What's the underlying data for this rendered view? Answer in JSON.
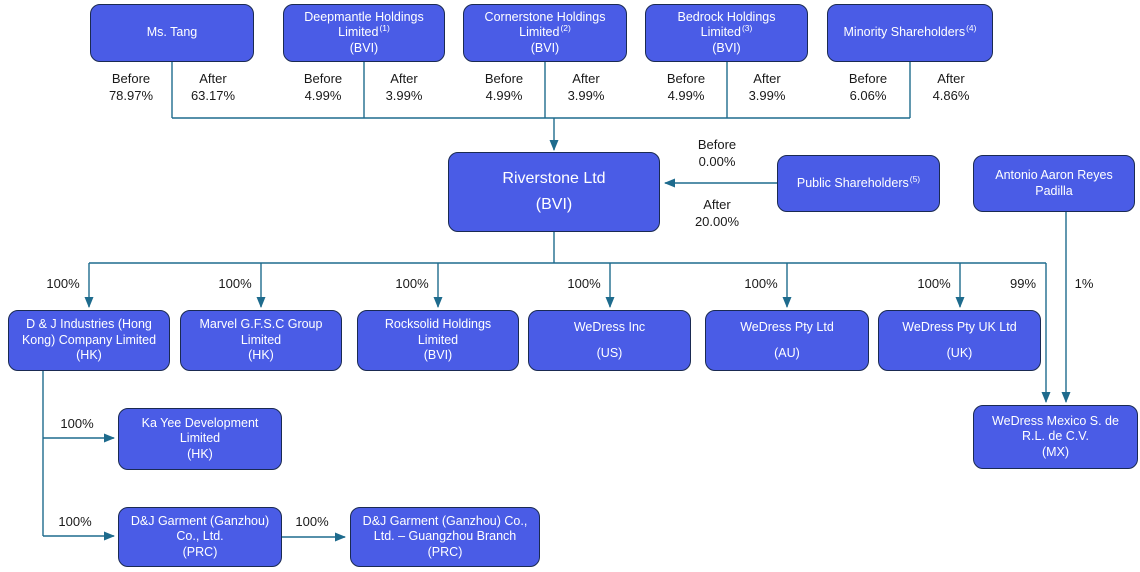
{
  "labels": {
    "before": "Before",
    "after": "After"
  },
  "colors": {
    "node_fill": "#4A5CE6",
    "node_border": "#1A2A52",
    "connector": "#1E6B8D",
    "node_text": "#FFFFFF",
    "label_text": "#1A1A1A"
  },
  "top_shareholders": [
    {
      "name": "Ms. Tang",
      "before": "78.97%",
      "after": "63.17%"
    },
    {
      "name": "Deepmantle Holdings Limited",
      "footnote": "(1)",
      "jurisdiction": "(BVI)",
      "before": "4.99%",
      "after": "3.99%"
    },
    {
      "name": "Cornerstone Holdings Limited",
      "footnote": "(2)",
      "jurisdiction": "(BVI)",
      "before": "4.99%",
      "after": "3.99%"
    },
    {
      "name": "Bedrock Holdings Limited",
      "footnote": "(3)",
      "jurisdiction": "(BVI)",
      "before": "4.99%",
      "after": "3.99%"
    },
    {
      "name": "Minority Shareholders",
      "footnote": "(4)",
      "before": "6.06%",
      "after": "4.86%"
    }
  ],
  "riverstone": {
    "name": "Riverstone Ltd",
    "jurisdiction": "(BVI)"
  },
  "public_shareholders": {
    "name": "Public Shareholders",
    "footnote": "(5)",
    "before": "0.00%",
    "after": "20.00%"
  },
  "antonio": {
    "name": "Antonio Aaron Reyes Padilla"
  },
  "subsidiaries": [
    {
      "name": "D & J Industries (Hong Kong) Company Limited",
      "jurisdiction": "(HK)",
      "pct": "100%"
    },
    {
      "name": "Marvel G.F.S.C Group Limited",
      "jurisdiction": "(HK)",
      "pct": "100%"
    },
    {
      "name": "Rocksolid Holdings Limited",
      "jurisdiction": "(BVI)",
      "pct": "100%"
    },
    {
      "name": "WeDress Inc",
      "jurisdiction": "(US)",
      "pct": "100%"
    },
    {
      "name": "WeDress Pty Ltd",
      "jurisdiction": "(AU)",
      "pct": "100%"
    },
    {
      "name": "WeDress Pty UK Ltd",
      "jurisdiction": "(UK)",
      "pct": "100%"
    }
  ],
  "mexico": {
    "name": "WeDress Mexico S. de R.L. de C.V.",
    "jurisdiction": "(MX)",
    "pct_from_riverstone": "99%",
    "pct_from_antonio": "1%"
  },
  "dj_subtree": {
    "ka_yee": {
      "name": "Ka Yee Development Limited",
      "jurisdiction": "(HK)",
      "pct": "100%"
    },
    "dj_garment": {
      "name": "D&J Garment (Ganzhou) Co., Ltd.",
      "jurisdiction": "(PRC)",
      "pct": "100%"
    },
    "guangzhou_branch": {
      "name": "D&J Garment (Ganzhou) Co., Ltd. – Guangzhou Branch",
      "jurisdiction": "(PRC)",
      "pct": "100%"
    }
  }
}
